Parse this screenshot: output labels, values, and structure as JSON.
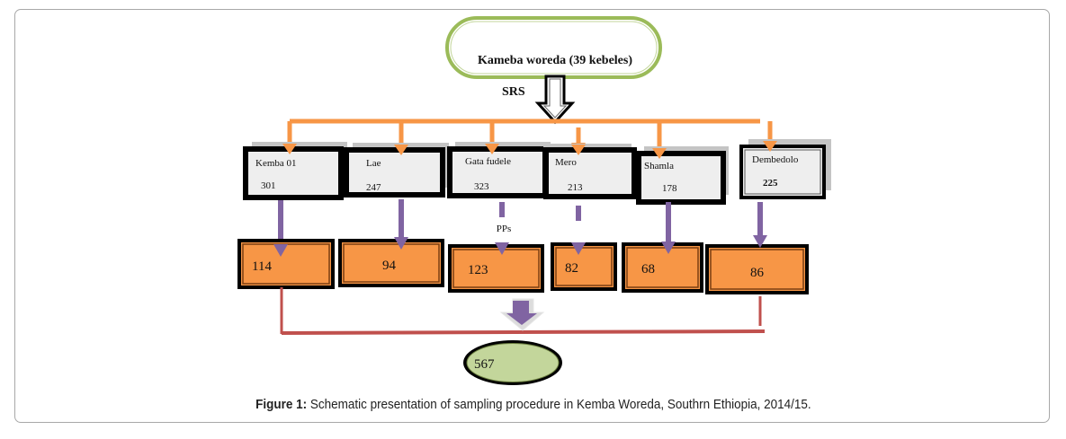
{
  "diagram": {
    "root": {
      "label": "Kameba woreda (39 kebeles)"
    },
    "method_label": "SRS",
    "kebeles": [
      {
        "name": "Kemba 01",
        "population": "301",
        "sample": "114"
      },
      {
        "name": "Lae",
        "population": "247",
        "sample": "94"
      },
      {
        "name": "Gata fudele",
        "population": "323",
        "sample": "123"
      },
      {
        "name": "Mero",
        "population": "213",
        "sample": "82"
      },
      {
        "name": "Shamla",
        "population": "178",
        "sample": "68"
      },
      {
        "name": "Dembedolo",
        "population": "225",
        "sample": "86"
      }
    ],
    "allocation_label": "PPs",
    "total": {
      "label": "567"
    },
    "colors": {
      "root_border": "#9bbb59",
      "branch_orange": "#f79646",
      "arrow_purple": "#8064a2",
      "merge_red": "#c0504d",
      "sample_fill": "#f79646",
      "total_fill": "#c3d69b",
      "kebele_fill": "#eeeeee",
      "shadow_gray": "#c4c4c4"
    }
  },
  "caption": {
    "label": "Figure 1:",
    "text": " Schematic presentation of sampling procedure in Kemba Woreda, Southrn Ethiopia, 2014/15."
  }
}
